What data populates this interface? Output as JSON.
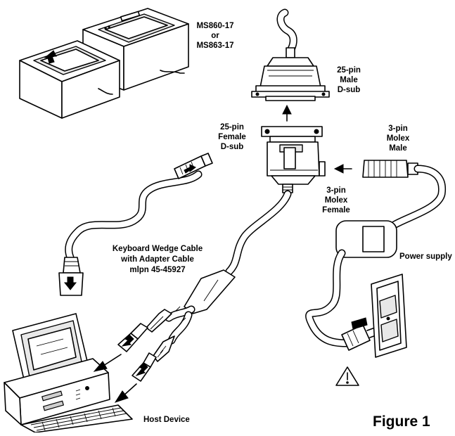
{
  "labels": {
    "scanner_model_1": "MS860-17",
    "scanner_model_or": "or",
    "scanner_model_2": "MS863-17",
    "male_dsub_1": "25-pin",
    "male_dsub_2": "Male",
    "male_dsub_3": "D-sub",
    "female_dsub_1": "25-pin",
    "female_dsub_2": "Female",
    "female_dsub_3": "D-sub",
    "molex_male_1": "3-pin",
    "molex_male_2": "Molex",
    "molex_male_3": "Male",
    "molex_female_1": "3-pin",
    "molex_female_2": "Molex",
    "molex_female_3": "Female",
    "cable_1": "Keyboard Wedge Cable",
    "cable_2": "with Adapter Cable",
    "cable_3": "mlpn 45-45927",
    "power_supply": "Power supply",
    "host_device": "Host Device",
    "figure": "Figure 1"
  }
}
